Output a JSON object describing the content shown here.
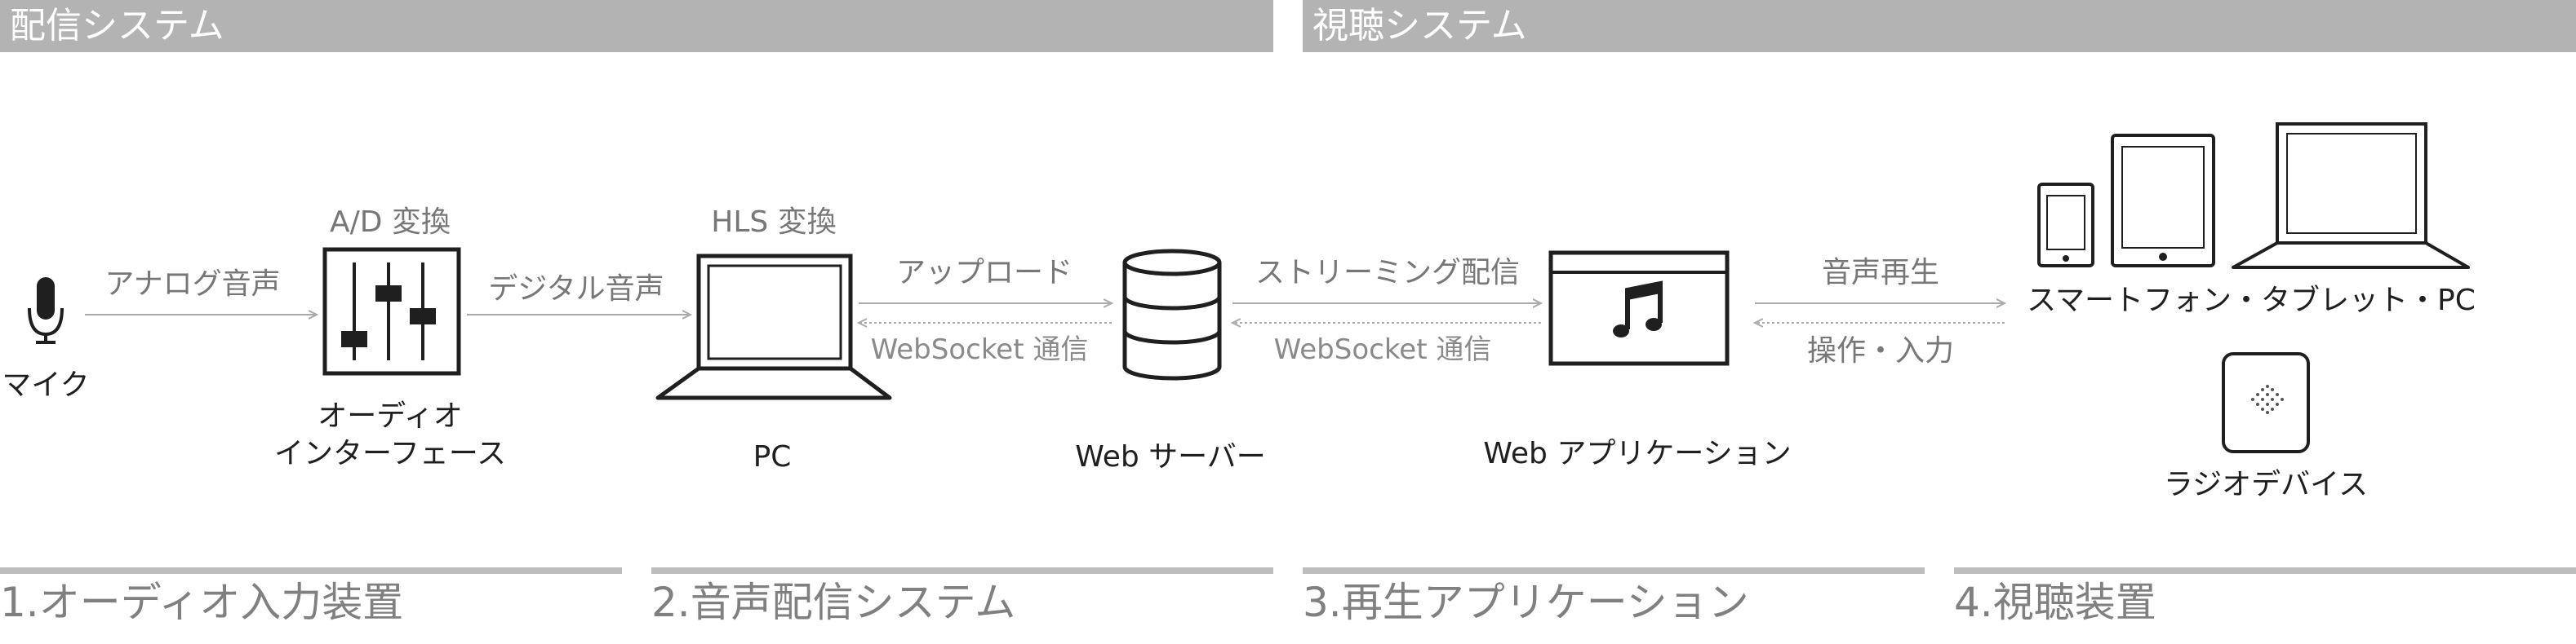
{
  "headers": {
    "left": "配信システム",
    "right": "視聴システム"
  },
  "nodes": {
    "mic": "マイク",
    "audio_interface_top": "A/D 変換",
    "audio_interface_line1": "オーディオ",
    "audio_interface_line2": "インターフェース",
    "pc_top": "HLS 変換",
    "pc": "PC",
    "web_server": "Web サーバー",
    "web_app": "Web アプリケーション",
    "devices": "スマートフォン・タブレット・PC",
    "radio_device": "ラジオデバイス"
  },
  "edges": {
    "analog": "アナログ音声",
    "digital": "デジタル音声",
    "upload": "アップロード",
    "websocket1": "WebSocket 通信",
    "streaming": "ストリーミング配信",
    "websocket2": "WebSocket 通信",
    "playback": "音声再生",
    "control": "操作・入力"
  },
  "footer": {
    "s1": "1.オーディオ入力装置",
    "s2": "2.音声配信システム",
    "s3": "3.再生アプリケーション",
    "s4": "4.視聴装置"
  },
  "colors": {
    "header": "#b3b3b3",
    "line": "#1f1f1f",
    "arrow": "#aaaaaa",
    "footer_rule": "#bdbdbd"
  }
}
